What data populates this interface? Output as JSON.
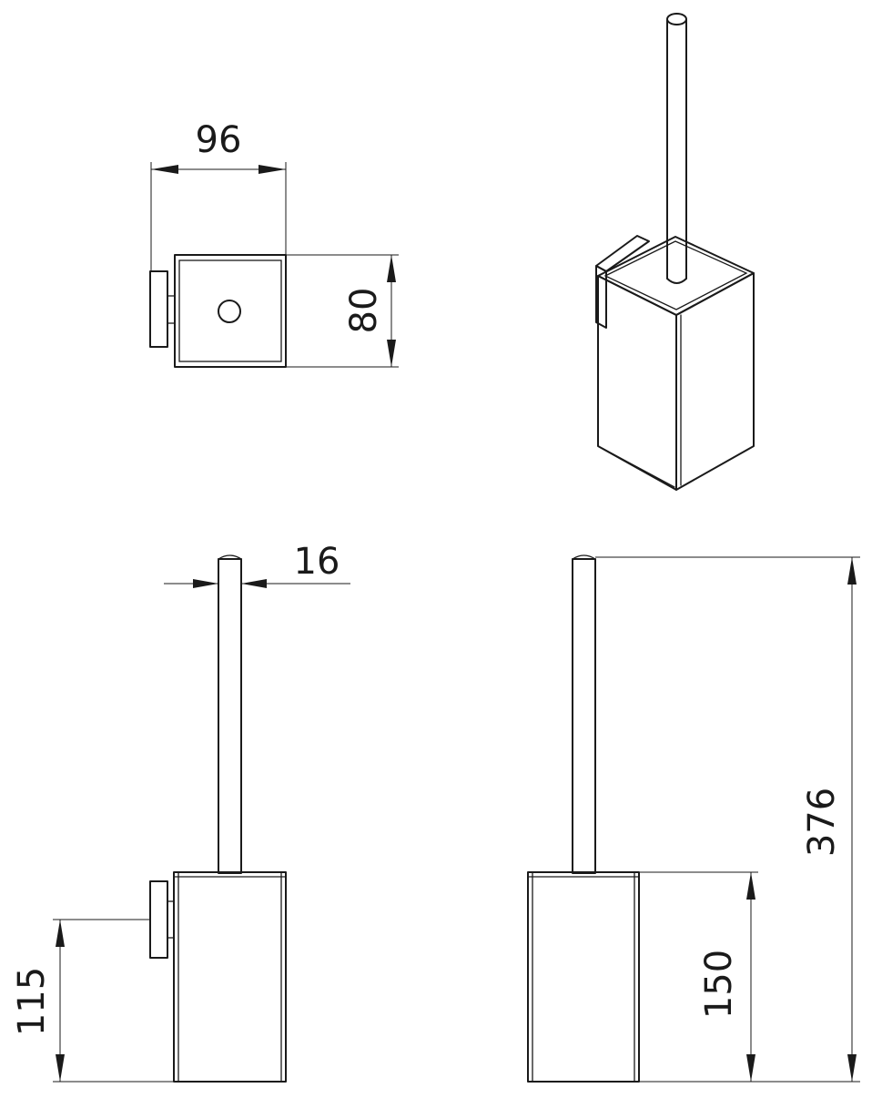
{
  "dimensions": {
    "width_top": "96",
    "depth_top": "80",
    "brush_diameter": "16",
    "wall_height": "115",
    "holder_height": "150",
    "total_height": "376"
  }
}
